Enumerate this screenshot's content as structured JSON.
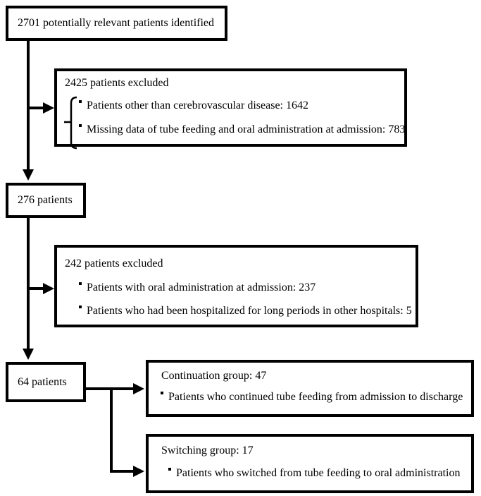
{
  "colors": {
    "background": "#ffffff",
    "line": "#000000",
    "text": "#000000"
  },
  "flowchart": {
    "identified_box": {
      "label": "2701 potentially relevant patients identified"
    },
    "excluded_box_1": {
      "title": "2425 patients excluded",
      "items": [
        "Patients other than cerebrovascular disease: 1642",
        "Missing data of tube feeding and oral administration at admission: 783"
      ]
    },
    "patients_276_box": {
      "label": "276 patients"
    },
    "excluded_box_2": {
      "title": "242 patients excluded",
      "items": [
        "Patients with oral administration at admission: 237",
        "Patients who had been hospitalized for long periods in other hospitals: 5"
      ]
    },
    "patients_64_box": {
      "label": "64 patients"
    },
    "continuation_box": {
      "title": "Continuation group: 47",
      "items": [
        "Patients who continued tube feeding from admission to discharge"
      ]
    },
    "switching_box": {
      "title": "Switching group: 17",
      "items": [
        "Patients who switched from tube feeding to oral administration"
      ]
    }
  }
}
